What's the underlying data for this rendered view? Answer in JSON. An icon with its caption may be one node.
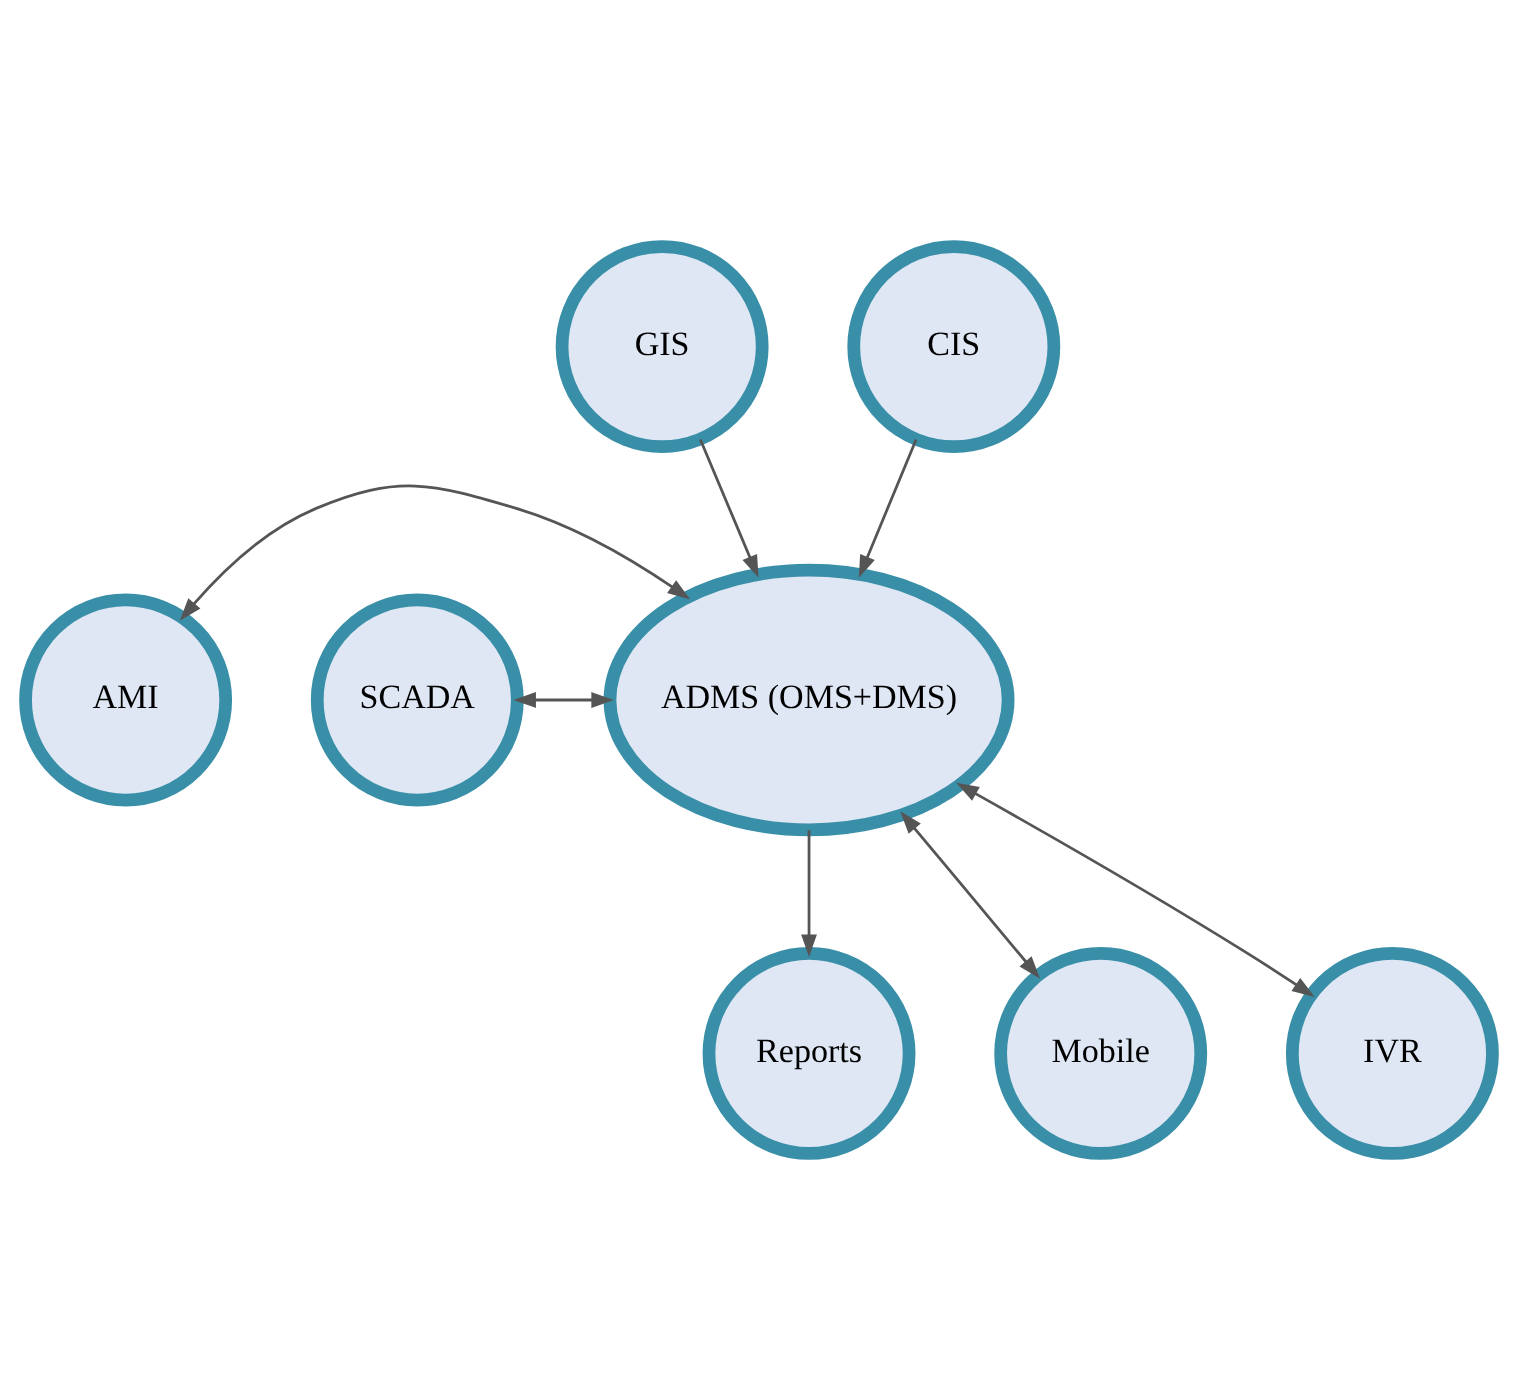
{
  "diagram": {
    "nodes": [
      {
        "text": [
          "GIS"
        ]
      },
      {
        "text": [
          "CIS"
        ]
      },
      {
        "text": [
          "AMI"
        ]
      },
      {
        "text": [
          "SCADA"
        ]
      },
      {
        "text": [
          "ADMS (OMS+DMS)"
        ]
      },
      {
        "text": [
          "Mobile"
        ]
      },
      {
        "text": [
          "IVR"
        ]
      },
      {
        "text": [
          "Reports"
        ]
      }
    ],
    "edges": [
      {
        "from": 0,
        "to": 4,
        "arrow": "to"
      },
      {
        "from": 1,
        "to": 4,
        "arrow": "to"
      },
      {
        "from": 2,
        "to": 4,
        "arrow": "both"
      },
      {
        "from": 3,
        "to": 4,
        "arrow": "both"
      },
      {
        "from": 5,
        "to": 4,
        "arrow": "both"
      },
      {
        "from": 6,
        "to": 4,
        "arrow": "both"
      },
      {
        "from": 4,
        "to": 7,
        "arrow": "to"
      }
    ]
  }
}
